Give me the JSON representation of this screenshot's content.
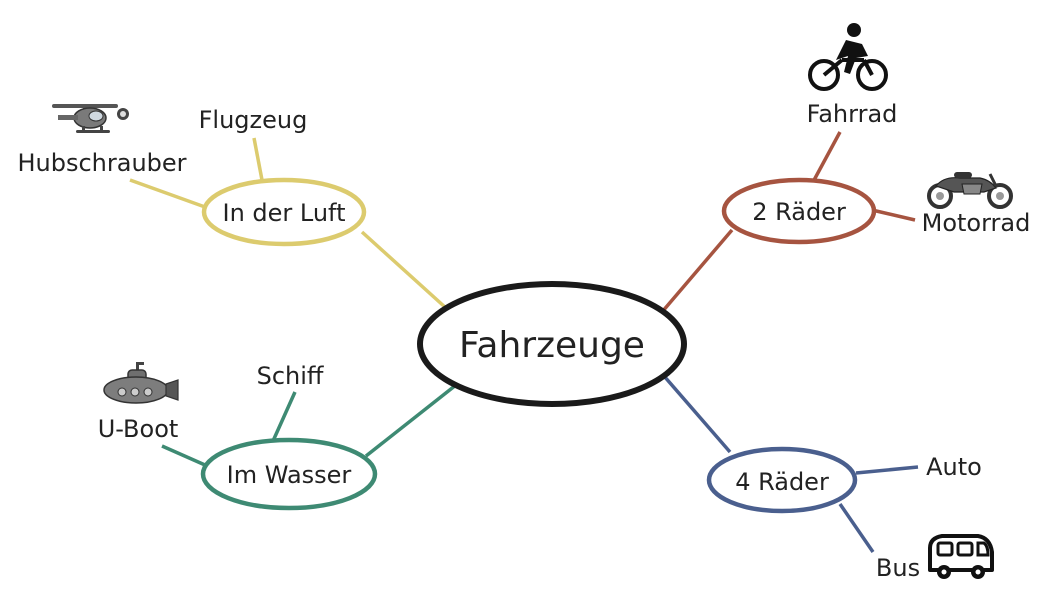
{
  "center": {
    "label": "Fahrzeuge"
  },
  "branches": {
    "air": {
      "label": "In der Luft",
      "color": "#DCCB6E",
      "leaves": [
        "Flugzeug",
        "Hubschrauber"
      ]
    },
    "water": {
      "label": "Im Wasser",
      "color": "#3E8A73",
      "leaves": [
        "Schiff",
        "U-Boot"
      ]
    },
    "two": {
      "label": "2 Räder",
      "color": "#A65440",
      "leaves": [
        "Fahrrad",
        "Motorrad"
      ]
    },
    "four": {
      "label": "4 Räder",
      "color": "#4A5F8E",
      "leaves": [
        "Auto",
        "Bus"
      ]
    }
  },
  "icons": [
    "helicopter-icon",
    "submarine-icon",
    "bicycle-icon",
    "motorcycle-icon",
    "bus-icon"
  ],
  "colors": {
    "center_outline": "#1A1A1A",
    "text": "#222222"
  }
}
